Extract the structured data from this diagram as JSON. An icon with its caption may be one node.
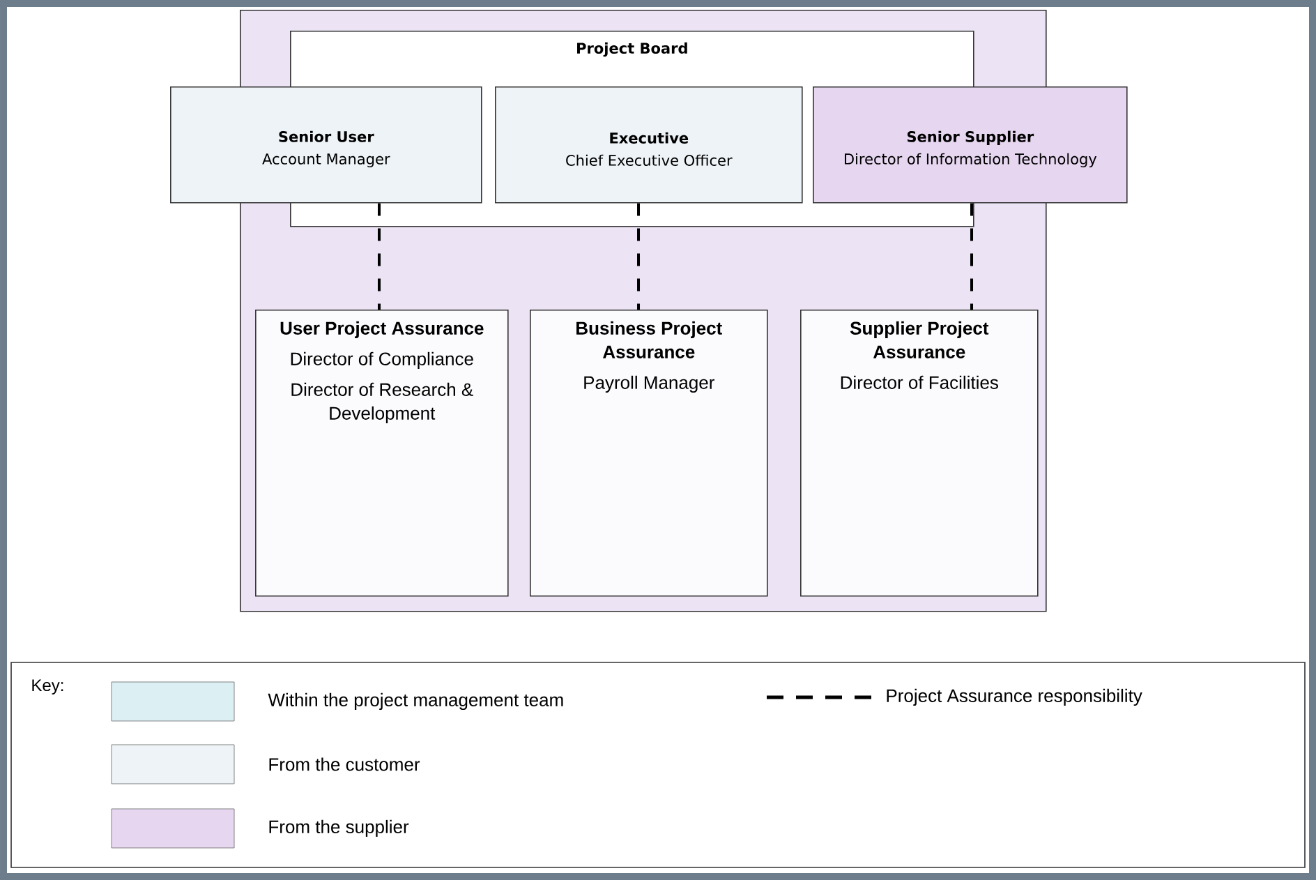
{
  "diagram": {
    "nodes": [
      {
        "text": [],
        "shape": "box"
      },
      {
        "text": [
          "Project Board"
        ],
        "in": 0
      },
      {
        "text": [
          "Senior User",
          "Account Manager"
        ]
      },
      {
        "text": [
          "Executive",
          "Chief Executive Officer"
        ],
        "in": 1
      },
      {
        "text": [
          "Senior Supplier",
          "Director of Information Technology"
        ]
      },
      {
        "text": [
          "User Project Assurance",
          "Director of Compliance",
          "Director of Research & Development"
        ],
        "in": 0
      },
      {
        "text": [
          "Business Project Assurance",
          "Payroll Manager"
        ],
        "in": 0
      },
      {
        "text": [
          "Supplier Project Assurance",
          "Director of Facilities"
        ],
        "in": 0
      }
    ],
    "edges": [
      {
        "from": 2,
        "to": 5,
        "arrow": "none",
        "style": "dashed"
      },
      {
        "from": 3,
        "to": 6,
        "arrow": "none",
        "style": "dashed"
      },
      {
        "from": 4,
        "to": 7,
        "arrow": "none",
        "style": "dashed"
      }
    ],
    "labels": [
      "Key:"
    ],
    "legend": [
      {
        "text": "Within the project management team",
        "color": "#dcf0f4"
      },
      {
        "text": "Project Assurance responsibility"
      },
      {
        "text": "From the customer",
        "color": "#eef3f7"
      },
      {
        "text": "From the supplier",
        "color": "#e6d6f0"
      }
    ]
  }
}
